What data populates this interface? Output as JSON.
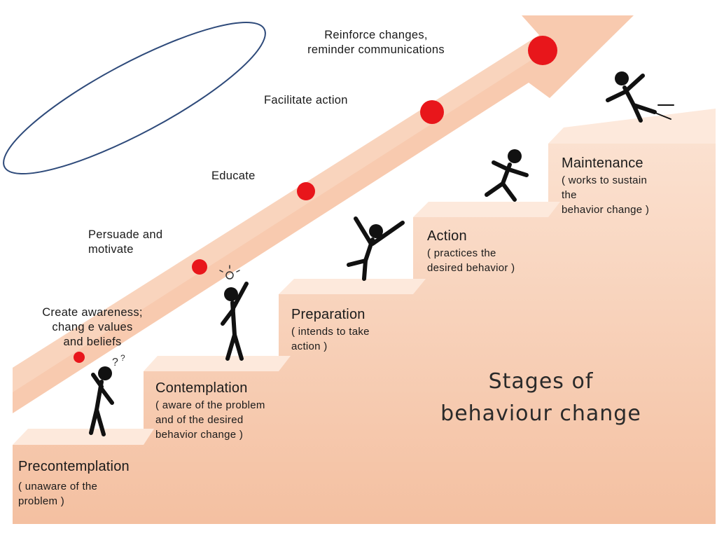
{
  "title": {
    "line1": "Stages of",
    "line2": "behaviour change"
  },
  "stages": [
    {
      "name": "Precontemplation",
      "desc": "( unaware of the\n problem )"
    },
    {
      "name": "Contemplation",
      "desc": "( aware of the problem\nand of the desired\nbehavior change )"
    },
    {
      "name": "Preparation",
      "desc": "( intends to take\naction )"
    },
    {
      "name": "Action",
      "desc": "( practices the\ndesired behavior )"
    },
    {
      "name": "Maintenance",
      "desc": "( works to sustain\n the\nbehavior change )"
    }
  ],
  "interventions": [
    "Create awareness;\nchang e values\nand beliefs",
    "Persuade and\nmotivate",
    "Educate",
    "Facilitate action",
    "Reinforce changes,\nreminder communications"
  ],
  "colors": {
    "background": "#ffffff",
    "staircase": "#f6c9ad",
    "arrow": "#f7c6a8",
    "dot": "#e8161b",
    "oval": "#2e4a7a",
    "figure": "#111111"
  }
}
